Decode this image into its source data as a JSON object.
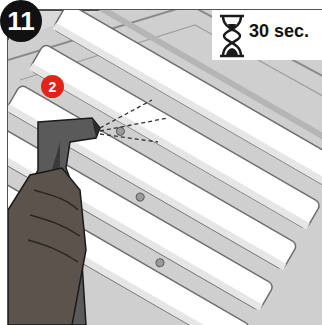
{
  "diagram": {
    "nodes": [
      {
        "text": [
          "11"
        ]
      },
      {
        "text": [
          "2"
        ]
      }
    ],
    "labels": [
      "30 sec."
    ]
  }
}
